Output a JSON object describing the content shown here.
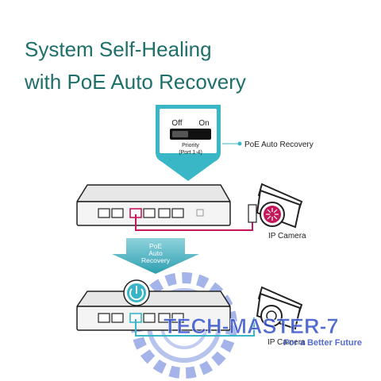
{
  "headline": {
    "line1": "System Self-Healing",
    "line2": "with PoE Auto Recovery"
  },
  "switch_panel": {
    "off_label": "Off",
    "on_label": "On",
    "priority_label": "Priority",
    "ports_label": "(Port 1-4)",
    "callout_label": "PoE Auto Recovery"
  },
  "camera": {
    "top_label": "IP Camera",
    "bottom_label": "IP Camera"
  },
  "arrow": {
    "line1": "PoE",
    "line2": "Auto",
    "line3": "Recovery"
  },
  "watermark": {
    "brand": "TECH-MASTER-7",
    "tagline": "For a Better Future"
  },
  "colors": {
    "title": "#1e6f6a",
    "accent_teal": "#36b6c6",
    "accent_magenta": "#c2185b",
    "arrow_teal": "#3aa6b6",
    "watermark_blue": "#3552c9"
  }
}
